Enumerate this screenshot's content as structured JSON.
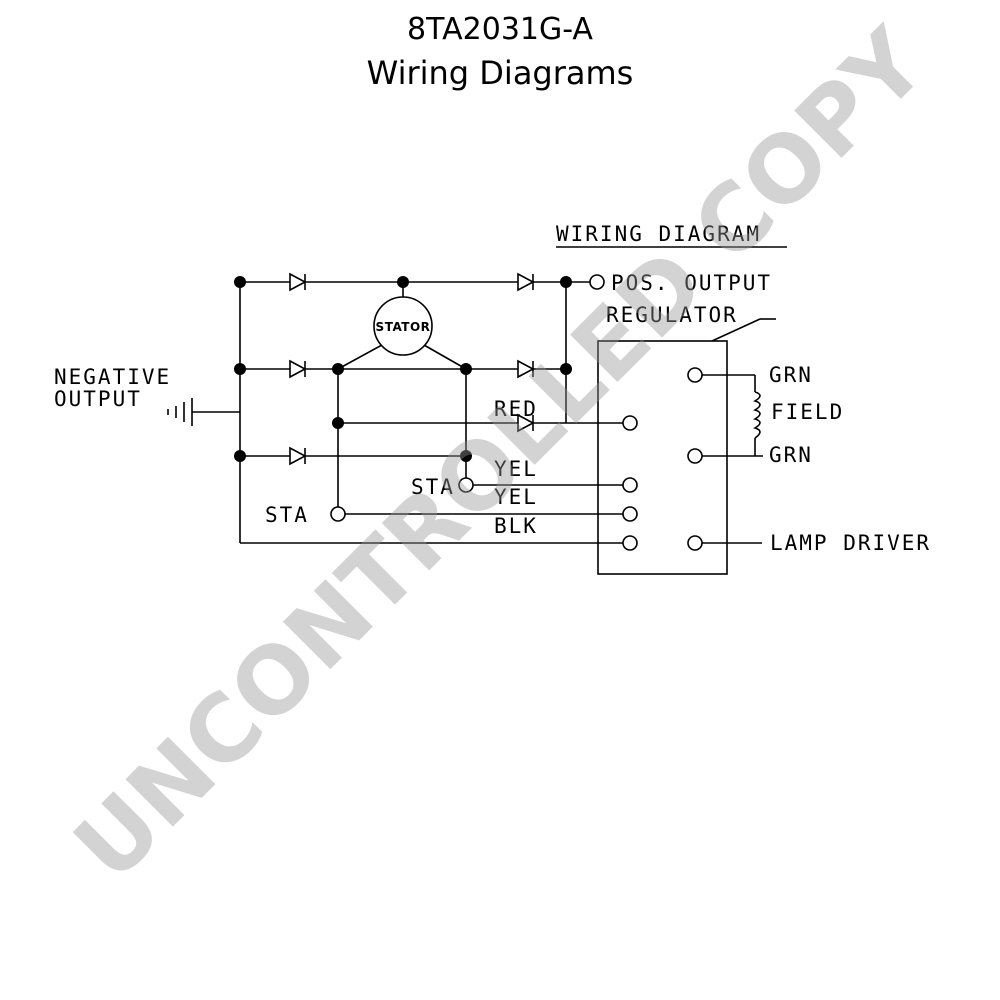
{
  "header": {
    "model": "8TA2031G-A",
    "subtitle": "Wiring Diagrams"
  },
  "diagram": {
    "heading": "WIRING DIAGRAM",
    "labels": {
      "pos_output": "POS. OUTPUT",
      "regulator": "REGULATOR",
      "negative": "NEGATIVE",
      "output": "OUTPUT",
      "stator": "STATOR",
      "red": "RED",
      "yel_1": "YEL",
      "yel_2": "YEL",
      "blk": "BLK",
      "sta_left": "STA",
      "sta_mid": "STA",
      "grn_top": "GRN",
      "field": "FIELD",
      "grn_bottom": "GRN",
      "lamp_driver": "LAMP DRIVER"
    }
  },
  "watermark": "UNCONTROLLED COPY"
}
